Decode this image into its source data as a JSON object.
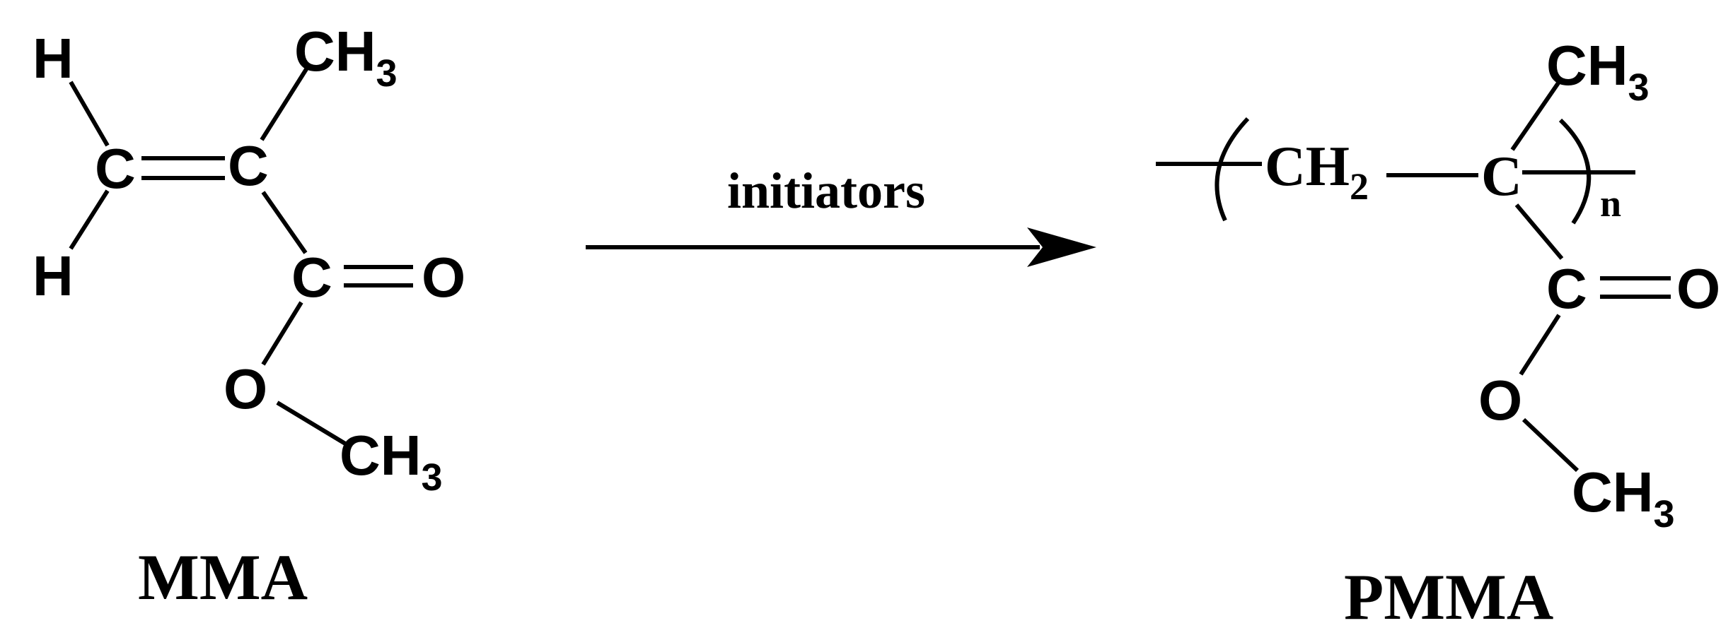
{
  "mma": {
    "h_top": "H",
    "h_bottom": "H",
    "c_left": "C",
    "c_right": "C",
    "methyl_c": "CH",
    "methyl_sub": "3",
    "carbonyl_c": "C",
    "carbonyl_o": "O",
    "ester_o": "O",
    "ester_methyl_c": "CH",
    "ester_methyl_sub": "3",
    "label": "MMA"
  },
  "arrow": {
    "label": "initiators"
  },
  "pmma": {
    "ch2": "CH",
    "ch2_sub": "2",
    "c_main": "C",
    "methyl_c": "CH",
    "methyl_sub": "3",
    "repeat_sub": "n",
    "carbonyl_c": "C",
    "carbonyl_o": "O",
    "ester_o": "O",
    "ester_methyl_c": "CH",
    "ester_methyl_sub": "3",
    "label": "PMMA"
  },
  "colors": {
    "ink": "#000000",
    "background": "#ffffff"
  }
}
